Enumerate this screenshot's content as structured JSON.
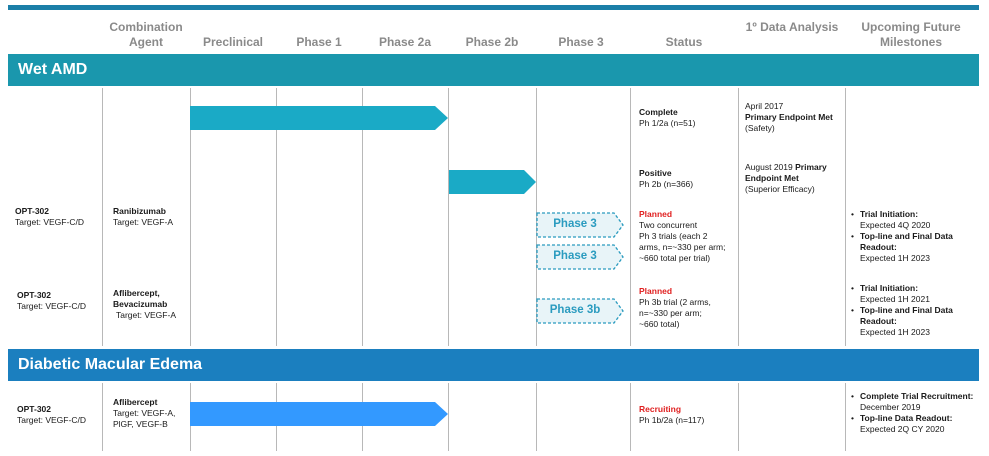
{
  "header": {
    "combination": "Combination Agent",
    "preclinical": "Preclinical",
    "phase1": "Phase 1",
    "phase2a": "Phase 2a",
    "phase2b": "Phase 2b",
    "phase3": "Phase 3",
    "status": "Status",
    "data_analysis_sup": "1º",
    "data_analysis_rest": "Data Analysis",
    "milestones": "Upcoming Future Milestones"
  },
  "sections": {
    "wet_amd": "Wet AMD",
    "dme": "Diabetic Macular Edema"
  },
  "colors": {
    "band_wet": "#1a97ad",
    "band_dme": "#1b7fbf",
    "arrow_teal": "#1aaac6",
    "arrow_blue": "#3399ff",
    "phase_box_fill": "#e8f4f8",
    "phase_box_border": "#2a9bbf",
    "accent_red": "#e02020"
  },
  "rows": {
    "row1": {
      "status_title": "Complete",
      "status_detail": "Ph 1/2a (n=51)",
      "data_date": "April 2017",
      "data_result": "Primary Endpoint Met",
      "data_note": "(Safety)"
    },
    "row2": {
      "status_title": "Positive",
      "status_detail": "Ph 2b (n=366)",
      "data_date": "August 2019",
      "data_result_a": "Primary",
      "data_result_b": "Endpoint Met",
      "data_note": "(Superior Efficacy)"
    },
    "row3": {
      "drug": "OPT-302",
      "drug_target": "Target: VEGF-C/D",
      "agent": "Ranibizumab",
      "agent_target": "Target: VEGF-A",
      "phase_label_1": "Phase 3",
      "phase_label_2": "Phase 3",
      "status_title": "Planned",
      "status_line1": "Two concurrent",
      "status_line2": "Ph 3 trials (each 2",
      "status_line3": "arms, n=~330 per arm;",
      "status_line4": "~660 total per trial)",
      "ms1_title": "Trial Initiation:",
      "ms1_value": "Expected 4Q 2020",
      "ms2_title_a": "Top-line and Final Data",
      "ms2_title_b": "Readout:",
      "ms2_value": "Expected 1H 2023"
    },
    "row4": {
      "drug": "OPT-302",
      "drug_target": "Target: VEGF-C/D",
      "agent_a": "Aflibercept,",
      "agent_b": "Bevacizumab",
      "agent_target": "Target: VEGF-A",
      "phase_label": "Phase 3b",
      "status_title": "Planned",
      "status_line1": "Ph 3b trial (2 arms,",
      "status_line2": "n=~330 per arm;",
      "status_line3": "~660 total)",
      "ms1_title": "Trial Initiation:",
      "ms1_value": "Expected 1H 2021",
      "ms2_title_a": "Top-line and Final Data",
      "ms2_title_b": "Readout:",
      "ms2_value": "Expected 1H 2023"
    },
    "row5": {
      "drug": "OPT-302",
      "drug_target": "Target: VEGF-C/D",
      "agent": "Aflibercept",
      "agent_target_a": "Target: VEGF-A,",
      "agent_target_b": "PlGF, VEGF-B",
      "status_title": "Recruiting",
      "status_detail": "Ph 1b/2a (n=117)",
      "ms1_title": "Complete Trial Recruitment:",
      "ms1_value": "December 2019",
      "ms2_title": "Top-line Data Readout:",
      "ms2_value": "Expected 2Q CY 2020"
    }
  }
}
